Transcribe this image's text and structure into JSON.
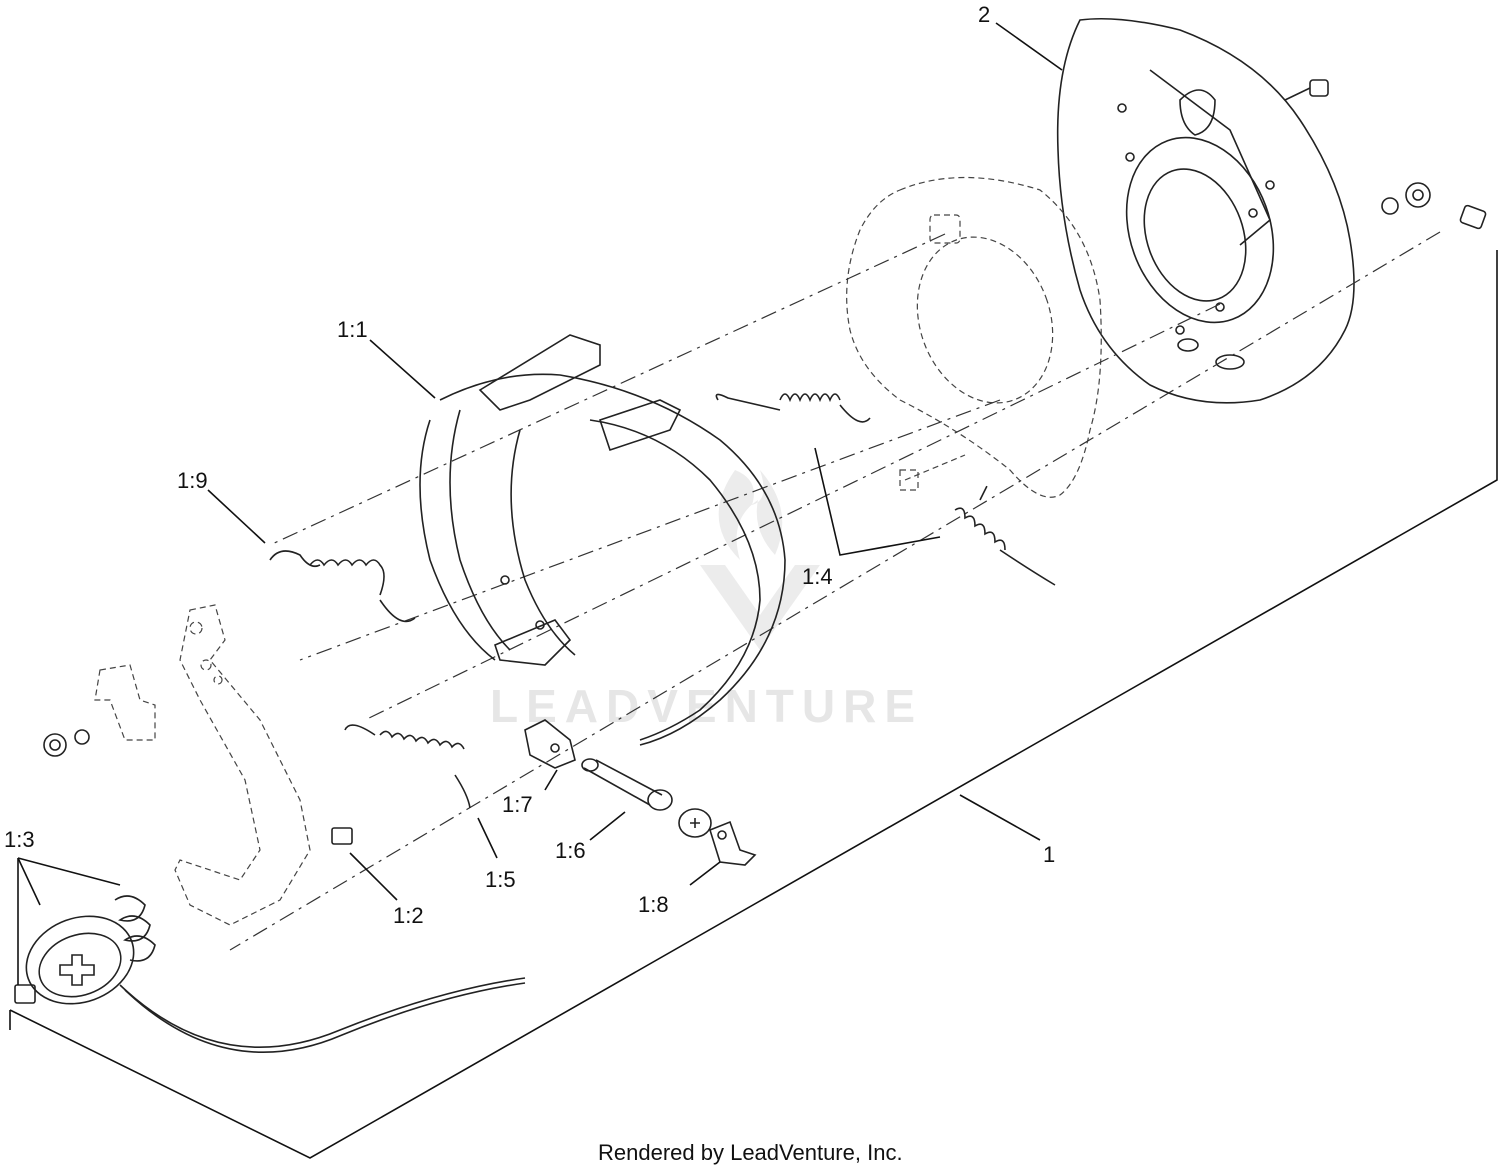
{
  "callouts": {
    "c2": "2",
    "c1_1": "1:1",
    "c1_9": "1:9",
    "c1_4": "1:4",
    "c1_7": "1:7",
    "c1_6": "1:6",
    "c1_5": "1:5",
    "c1_8": "1:8",
    "c1_2": "1:2",
    "c1_3": "1:3",
    "c1": "1"
  },
  "watermark": "LEADVENTURE",
  "footer": "Rendered by LeadVenture, Inc."
}
